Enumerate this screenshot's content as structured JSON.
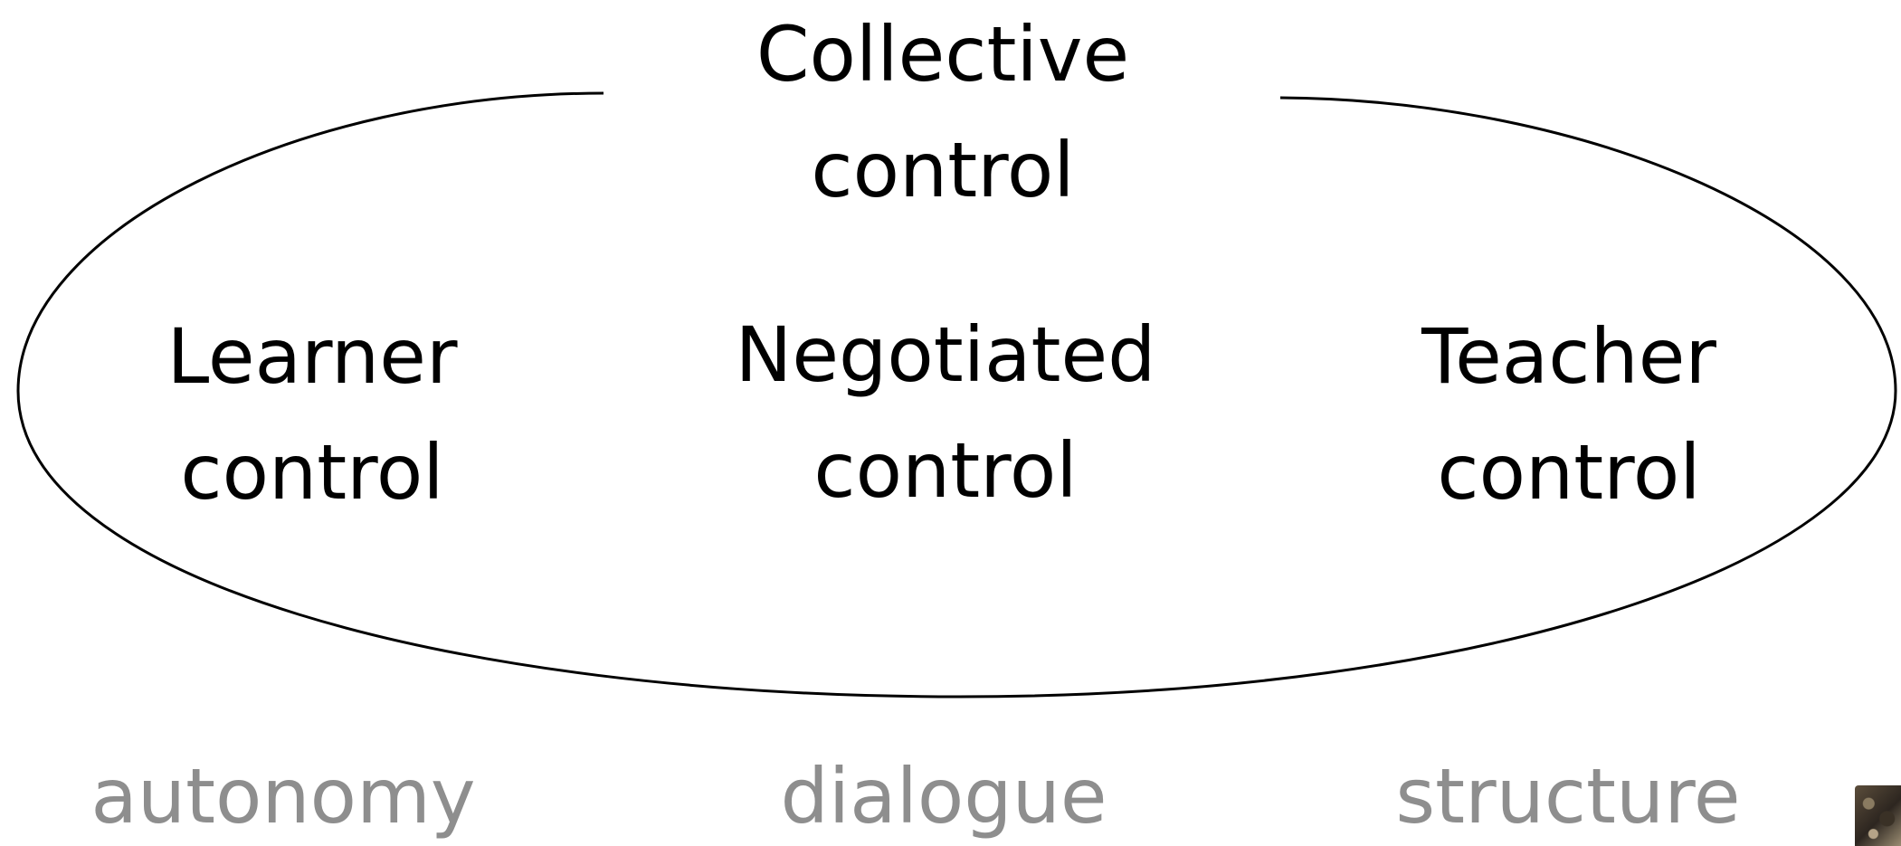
{
  "diagram": {
    "collective": [
      "Collective",
      "control"
    ],
    "learner": [
      "Learner",
      "control"
    ],
    "negotiated": [
      "Negotiated",
      "control"
    ],
    "teacher": [
      "Teacher",
      "control"
    ]
  },
  "spectrum": {
    "autonomy": "autonomy",
    "dialogue": "dialogue",
    "structure": "structure"
  },
  "colors": {
    "main_text": "#000000",
    "spectrum_text": "#8e8e8e",
    "ellipse_stroke": "#000000"
  }
}
